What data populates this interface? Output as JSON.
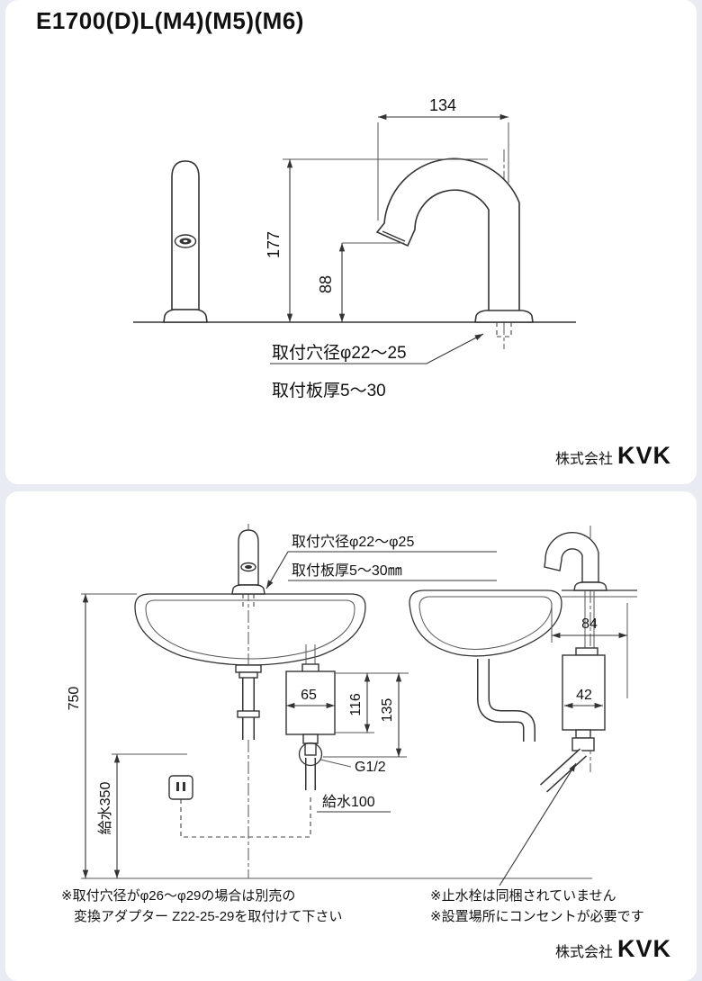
{
  "page": {
    "bg": "#e9ebf2",
    "card": "#ffffff"
  },
  "top_panel": {
    "title": "E1700(D)L(M4)(M5)(M6)",
    "dims": {
      "reach": "134",
      "height": "177",
      "spout_height": "88"
    },
    "notes": {
      "hole": "取付穴径φ22〜25",
      "plate": "取付板厚5〜30"
    },
    "brand": {
      "prefix": "株式会社",
      "logo": "KVK"
    }
  },
  "bottom_panel": {
    "notes": {
      "hole": "取付穴径φ22〜φ25",
      "plate": "取付板厚5〜30㎜"
    },
    "dims": {
      "h750": "750",
      "supply_h": "給水350",
      "supply_off": "給水100",
      "thread": "G1/2",
      "box_w": "65",
      "box_h": "116",
      "box_total": "135",
      "depth": "84",
      "box_d": "42"
    },
    "footnotes": {
      "l1": "※取付穴径がφ26〜φ29の場合は別売の",
      "l2": "変換アダプター Z22-25-29を取付けて下さい",
      "r1": "※止水栓は同梱されていません",
      "r2": "※設置場所にコンセントが必要です"
    },
    "brand": {
      "prefix": "株式会社",
      "logo": "KVK"
    }
  }
}
